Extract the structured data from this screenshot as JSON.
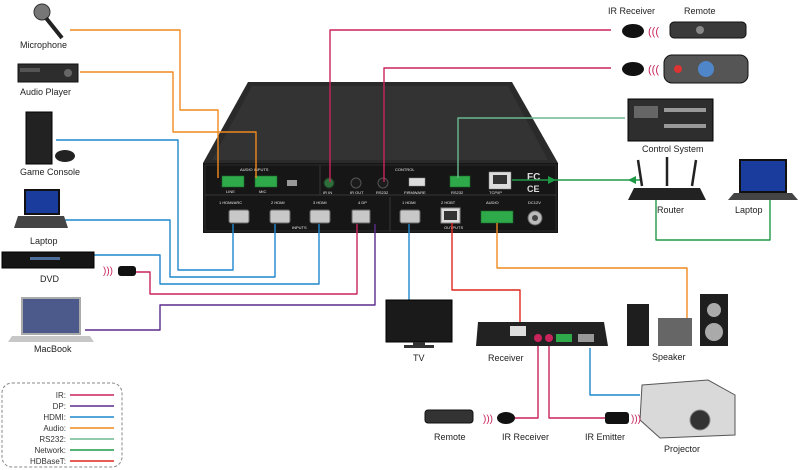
{
  "devices": {
    "microphone": "Microphone",
    "audio_player": "Audio Player",
    "game_console": "Game Console",
    "laptop_left": "Laptop",
    "dvd": "DVD",
    "macbook": "MacBook",
    "ir_receiver_top": "IR Receiver",
    "remote_top": "Remote",
    "control_system": "Control System",
    "router": "Router",
    "laptop_right": "Laptop",
    "tv": "TV",
    "receiver": "Receiver",
    "speaker": "Speaker",
    "remote_bottom": "Remote",
    "ir_receiver_bottom": "IR Receiver",
    "ir_emitter": "IR Emitter",
    "projector": "Projector"
  },
  "panel": {
    "audio_inputs": "AUDIO INPUTS",
    "control": "CONTROL",
    "line": "LINE",
    "mic": "MIC",
    "ir_in": "IR IN",
    "ir_out": "IR OUT",
    "rs232": "RS232",
    "firmware": "FIRMWARE",
    "tcp_ip": "TCP/IP",
    "dc": "DC12V",
    "hdmi_arc": "1 HDMI/ARC",
    "hdmi2": "2 HDMI",
    "hdmi3": "3 HDMI",
    "dp": "4 DP",
    "inputs": "INPUTS",
    "out_hdmi": "1 HDMI",
    "hdbt": "2 HDBT",
    "outputs": "OUTPUTS",
    "audio": "AUDIO",
    "fc": "FC",
    "ce": "CE"
  },
  "legend": {
    "items": [
      {
        "label": "IR:",
        "color": "#c8245b"
      },
      {
        "label": "DP:",
        "color": "#5b2b8c"
      },
      {
        "label": "HDMI:",
        "color": "#1e87cc"
      },
      {
        "label": "Audio:",
        "color": "#ef8a1e"
      },
      {
        "label": "RS232:",
        "color": "#6bb98f"
      },
      {
        "label": "Network:",
        "color": "#1e9a47"
      },
      {
        "label": "HDBaseT:",
        "color": "#e0261f"
      }
    ]
  },
  "colors": {
    "ir": "#c8245b",
    "dp": "#5b2b8c",
    "hdmi": "#1e87cc",
    "audio": "#ef8a1e",
    "rs232": "#6bb98f",
    "network": "#1e9a47",
    "hdbaset": "#e0261f"
  }
}
